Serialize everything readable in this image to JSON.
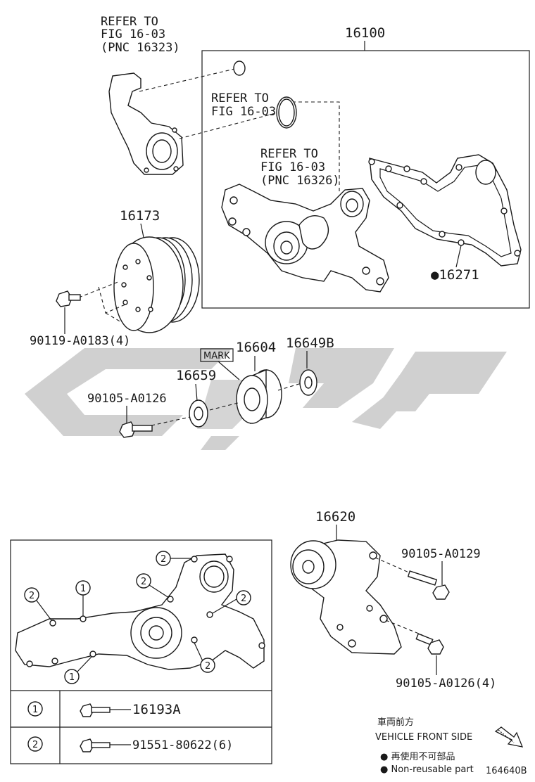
{
  "labels": {
    "refer_top_1": "REFER TO",
    "refer_top_2": "FIG 16-03",
    "refer_top_3": "(PNC 16323)",
    "refer_mid_1": "REFER TO",
    "refer_mid_2": "FIG 16-03",
    "refer_low_1": "REFER TO",
    "refer_low_2": "FIG 16-03",
    "refer_low_3": "(PNC 16326)",
    "p16100": "16100",
    "p16173": "16173",
    "p16271": "●16271",
    "p90119": "90119-A0183(4)",
    "mark": "MARK",
    "p16604": "16604",
    "p16649b": "16649B",
    "p16659": "16659",
    "p90105_a0126": "90105-A0126",
    "p16620": "16620",
    "p90105_a0129": "90105-A0129",
    "p90105_a0126_4": "90105-A0126(4)",
    "bolt1": "16193A",
    "bolt2": "91551-80622(6)",
    "front_jp": "車両前方",
    "front_en": "VEHICLE FRONT SIDE",
    "nonreuse_jp": "● 再使用不可部品",
    "nonreuse_en": "● Non-reusable part",
    "fig_code": "164640B",
    "circle1": "1",
    "circle2": "2"
  },
  "colors": {
    "line": "#1a1a1a",
    "watermark": "#c8c8c8"
  }
}
